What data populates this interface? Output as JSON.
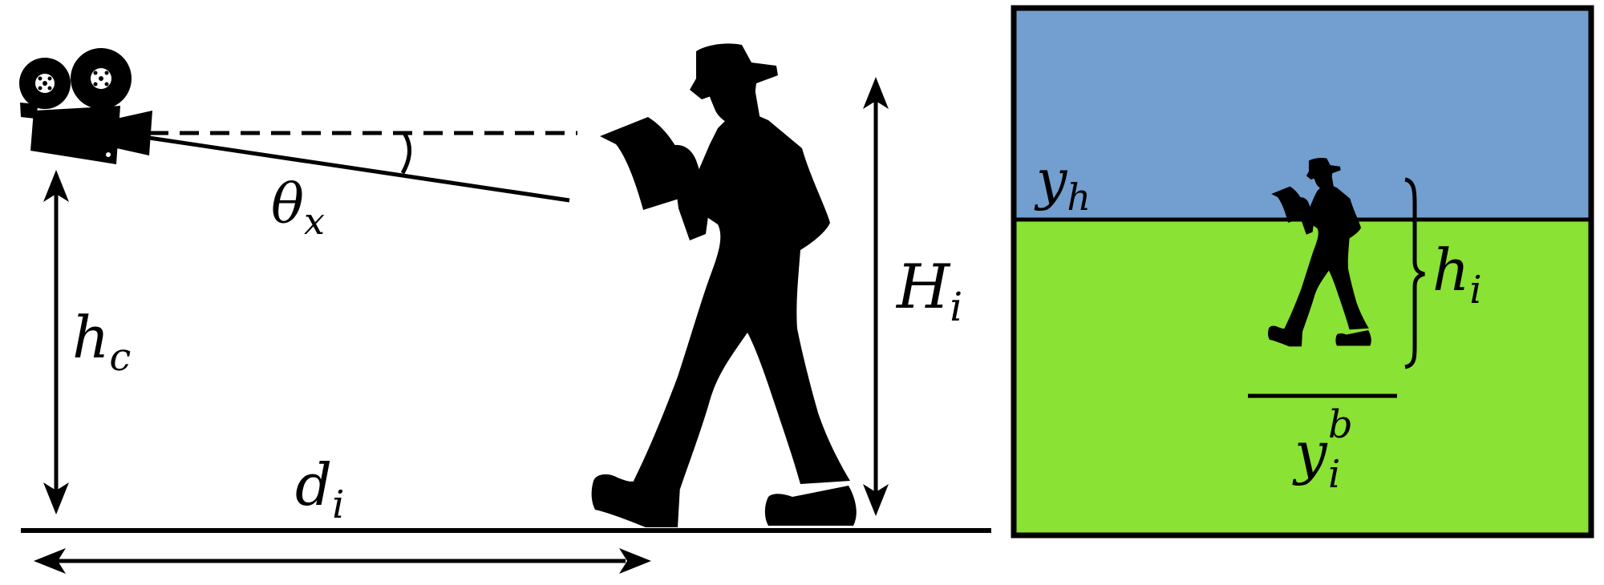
{
  "labels": {
    "theta": {
      "main": "θ",
      "sub": "x"
    },
    "camera_height": {
      "main": "h",
      "sub": "c"
    },
    "distance": {
      "main": "d",
      "sub": "i"
    },
    "person_height": {
      "main": "H",
      "sub": "i"
    },
    "horizon": {
      "main": "y",
      "sub": "h"
    },
    "image_height": {
      "main": "h",
      "sub": "i"
    },
    "bottom": {
      "main": "y",
      "sub": "i",
      "sup": "b"
    }
  },
  "colors": {
    "sky": "#729fcf",
    "ground": "#8ae234",
    "ink": "#000000",
    "camera_reel_detail": "#ffffff"
  },
  "icons": {
    "camera": "movie-camera-icon",
    "person": "walking-man-reading-icon"
  }
}
